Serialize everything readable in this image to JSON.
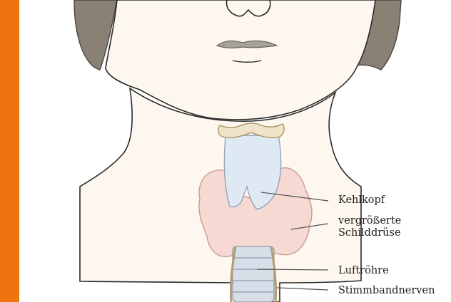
{
  "colors": {
    "accent_bar": "#ee7410",
    "skin": "#fdf7f0",
    "hair": "#8a8175",
    "thyroid": "#f5d9d2",
    "larynx": "#dfe9f3",
    "cartilage": "#efe3c8",
    "trachea": "#d6dee8",
    "outline": "#2a2a2a"
  },
  "labels": {
    "larynx": "Kehlkopf",
    "thyroid_line1": "vergrößerte",
    "thyroid_line2": "Schilddrüse",
    "trachea": "Luftröhre",
    "vocal_nerve": "Stimmbandnerven"
  }
}
